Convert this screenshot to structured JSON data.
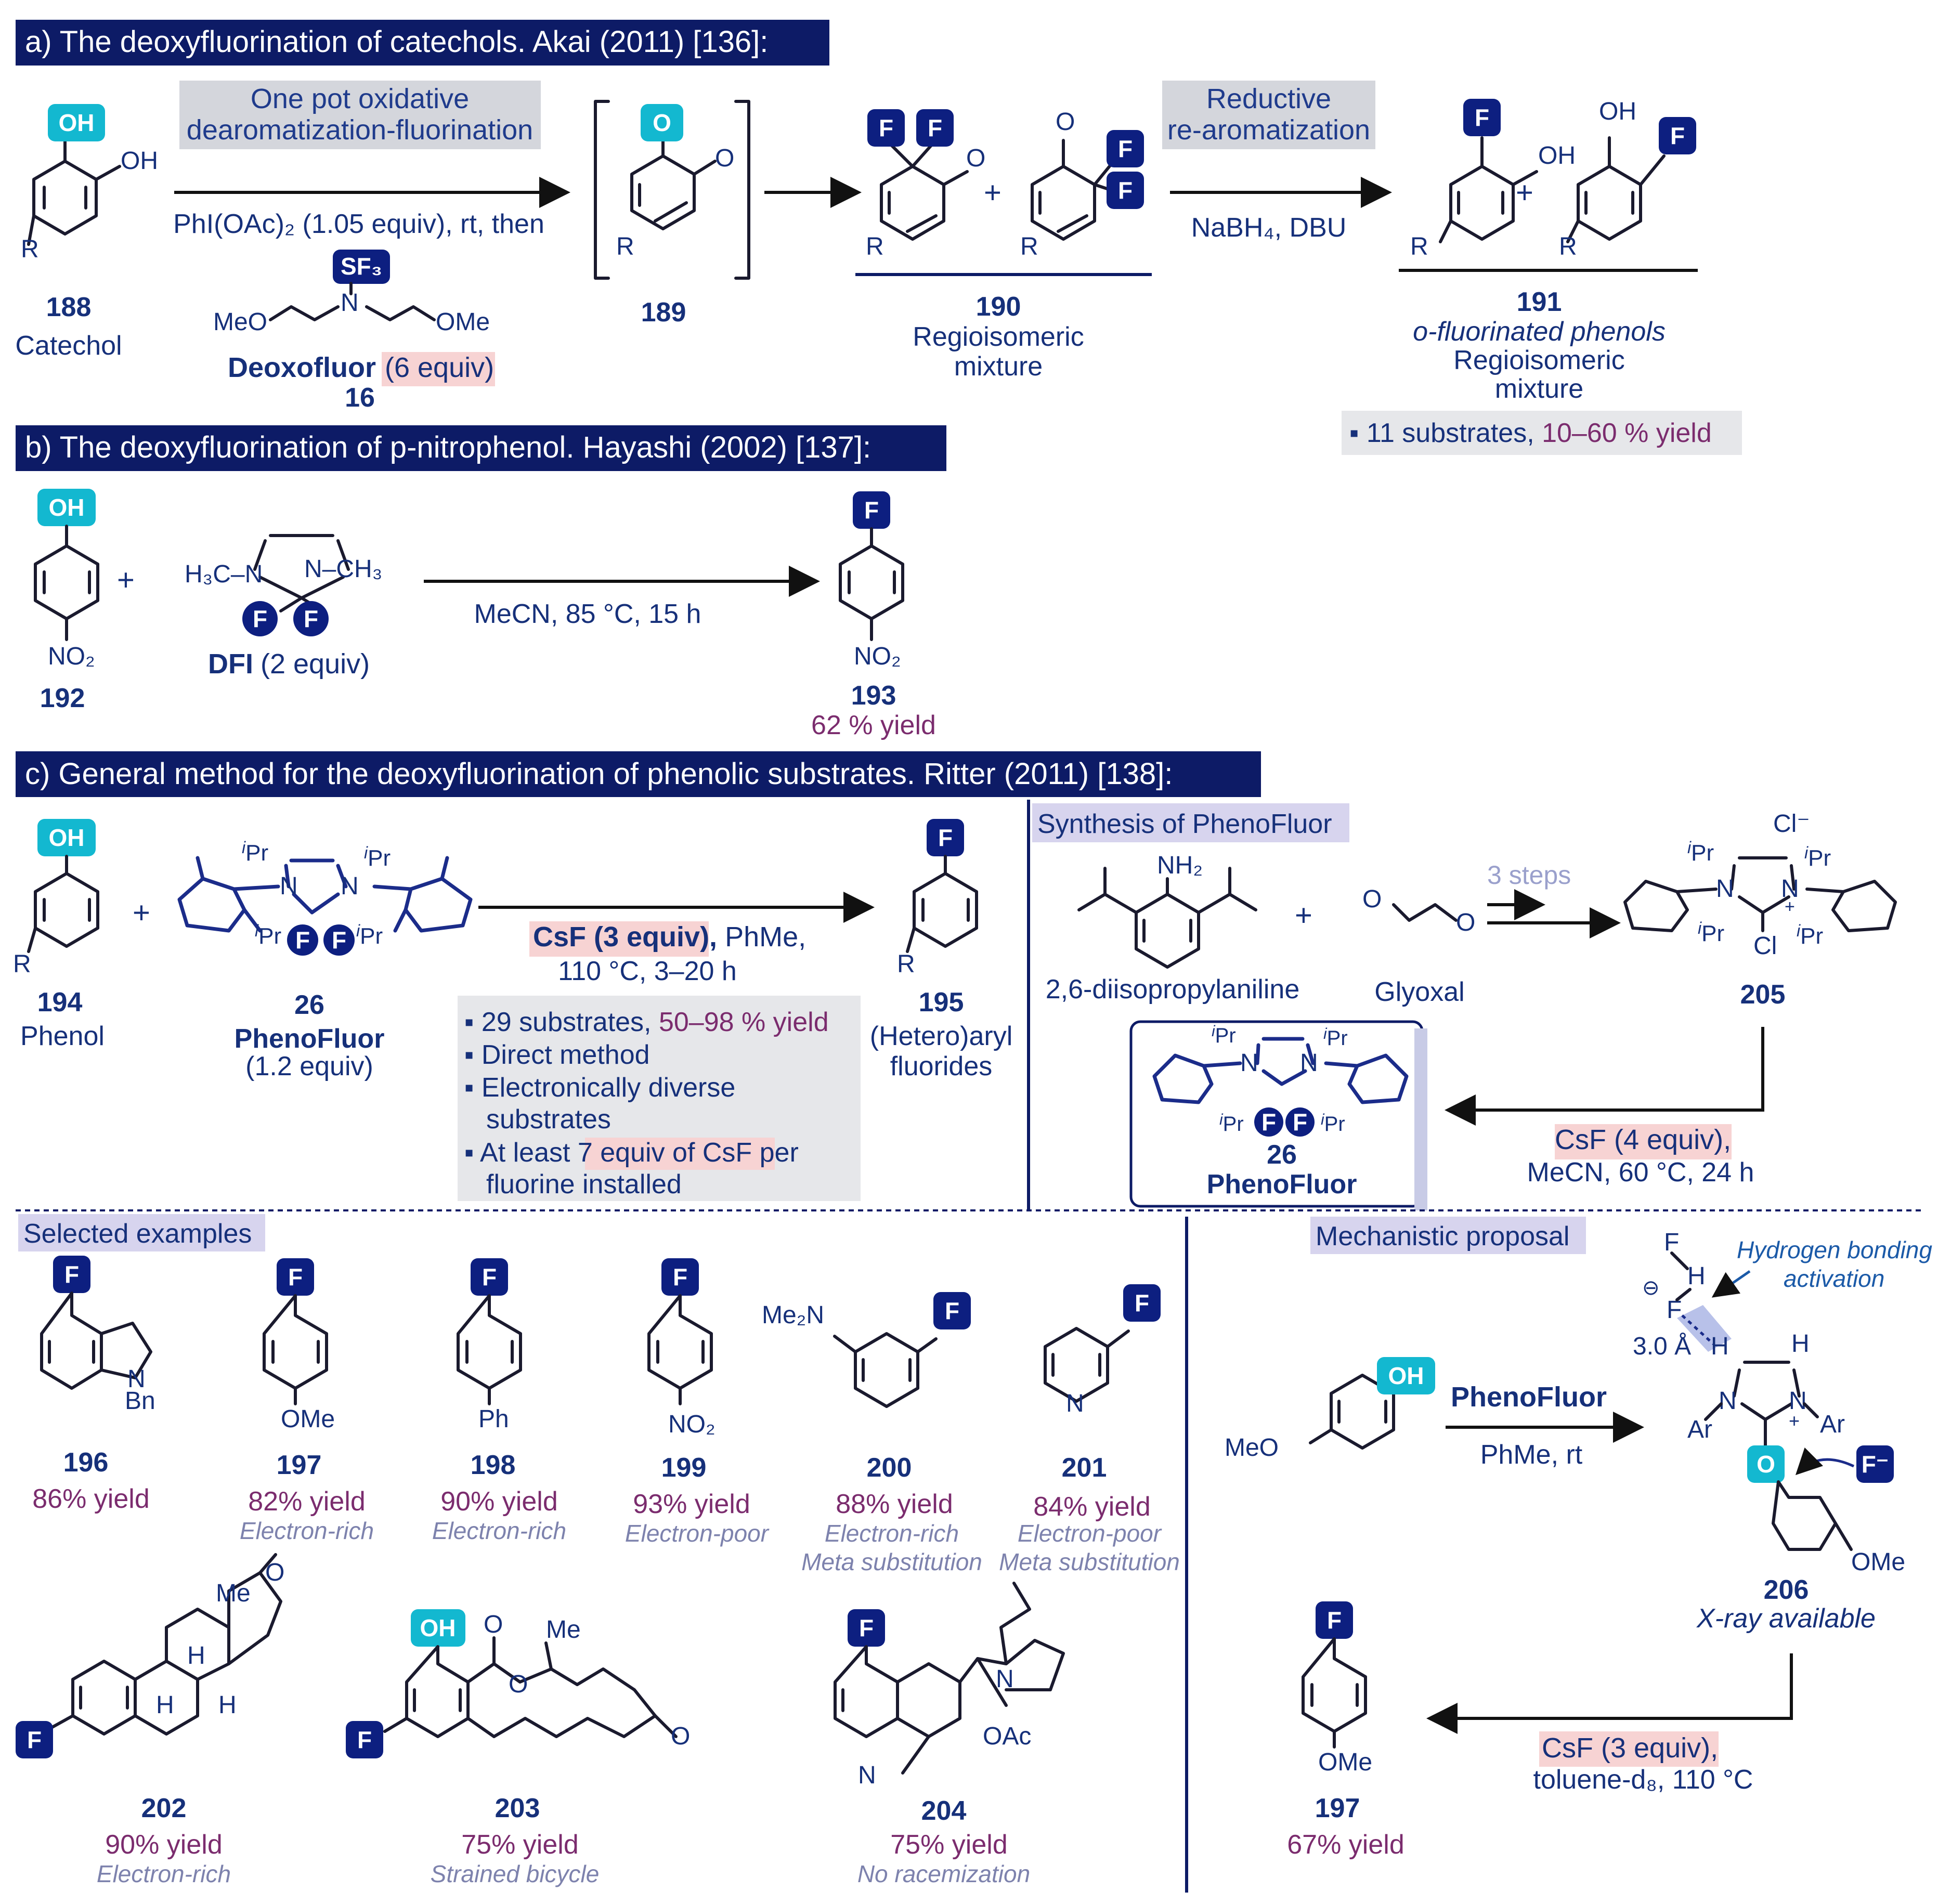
{
  "colors": {
    "banner": "#0d1b66",
    "fluorine_badge": "#0d1f80",
    "oxygen_badge": "#13b8d0",
    "yield_text": "#7b2c6e",
    "highlight": "#f7d3d3",
    "note_text": "#7d82ad"
  },
  "sectionA": {
    "banner": "a) The deoxyfluorination of catechols. Akai (2011) [136]:",
    "step1_box": [
      "One pot oxidative",
      "dearomatization-fluorination"
    ],
    "step1_conditions": "PhI(OAc)₂ (1.05 equiv), rt, then",
    "reagent_name": "Deoxofluor",
    "reagent_equiv": "(6 equiv)",
    "reagent_num": "16",
    "reagent_sf3": "SF₃",
    "reagent_meo": "MeO",
    "reagent_ome": "OMe",
    "reagent_n": "N",
    "c188": {
      "num": "188",
      "name": "Catechol"
    },
    "c189": {
      "num": "189"
    },
    "c190": {
      "num": "190",
      "name1": "Regioisomeric",
      "name2": "mixture"
    },
    "step2_box": [
      "Reductive",
      "re-aromatization"
    ],
    "step2_conditions": "NaBH₄, DBU",
    "c191": {
      "num": "191",
      "name1": "o-fluorinated phenols",
      "name2": "Regioisomeric",
      "name3": "mixture"
    },
    "summary_prefix": "▪ 11 substrates, ",
    "summary_yield": "10–60 % yield"
  },
  "sectionB": {
    "banner": "b) The deoxyfluorination of p-nitrophenol. Hayashi (2002) [137]:",
    "conditions": "MeCN, 85 °C, 15 h",
    "c192": {
      "num": "192"
    },
    "dfi_name": "DFI",
    "dfi_equiv": "(2 equiv)",
    "dfi_left": "H₃C–N",
    "dfi_right": "N–CH₃",
    "c193": {
      "num": "193",
      "yield": "62 % yield"
    }
  },
  "sectionC": {
    "banner": "c) General method for the deoxyfluorination of phenolic substrates. Ritter (2011) [138]:",
    "c194": {
      "num": "194",
      "name": "Phenol"
    },
    "c26": {
      "num": "26",
      "name": "PhenoFluor",
      "equiv": "(1.2 equiv)"
    },
    "conditions_csf": "CsF (3 equiv),",
    "conditions_rest": " PhMe,",
    "conditions_line2": "110 °C, 3–20 h",
    "c195": {
      "num": "195",
      "name1": "(Hetero)aryl",
      "name2": "fluorides"
    },
    "bullets": {
      "b1_prefix": "▪ 29 substrates, ",
      "b1_yield": "50–98 % yield",
      "b2": "▪ Direct method",
      "b3a": "▪ Electronically diverse",
      "b3b": "substrates",
      "b4_prefix": "▪ At least ",
      "b4_hl": "7 equiv of CsF",
      "b4_suffix": " per",
      "b4b": "fluorine installed"
    },
    "synthesis": {
      "header": "Synthesis of PhenoFluor",
      "aniline": "2,6-diisopropylaniline",
      "glyoxal": "Glyoxal",
      "steps": "3 steps",
      "c205": "205",
      "chloride": "Cl⁻",
      "cl": "Cl",
      "final_csf": "CsF (4 equiv),",
      "final_line2": "MeCN, 60 °C, 24 h",
      "box_num": "26",
      "box_name": "PhenoFluor"
    }
  },
  "examples": {
    "header": "Selected examples",
    "items": [
      {
        "num": "196",
        "yield": "86% yield",
        "note": ""
      },
      {
        "num": "197",
        "yield": "82% yield",
        "note": "Electron-rich"
      },
      {
        "num": "198",
        "yield": "90% yield",
        "note": "Electron-rich"
      },
      {
        "num": "199",
        "yield": "93% yield",
        "note": "Electron-poor"
      },
      {
        "num": "200",
        "yield": "88% yield",
        "note": "Electron-rich",
        "note2": "Meta substitution"
      },
      {
        "num": "201",
        "yield": "84% yield",
        "note": "Electron-poor",
        "note2": "Meta substitution"
      },
      {
        "num": "202",
        "yield": "90% yield",
        "note": "Electron-rich"
      },
      {
        "num": "203",
        "yield": "75% yield",
        "note": "Strained bicycle"
      },
      {
        "num": "204",
        "yield": "75% yield",
        "note": "No racemization"
      }
    ],
    "labels": {
      "bn": "Bn",
      "ome": "OMe",
      "ph": "Ph",
      "no2": "NO₂",
      "me2n": "Me₂N",
      "me": "Me",
      "oac": "OAc",
      "h": "H",
      "n": "N",
      "o": "O"
    }
  },
  "mechanism": {
    "header": "Mechanistic proposal",
    "reagent": "PhenoFluor",
    "solvent": "PhMe, rt",
    "hbond1": "Hydrogen bonding",
    "hbond2": "activation",
    "distance": "3.0 Å",
    "c206": "206",
    "xray": "X-ray available",
    "final_csf": "CsF (3 equiv),",
    "final_line2": "toluene-d₈, 110 °C",
    "c197": "197",
    "c197_yield": "67% yield",
    "ar": "Ar",
    "meo": "MeO"
  }
}
